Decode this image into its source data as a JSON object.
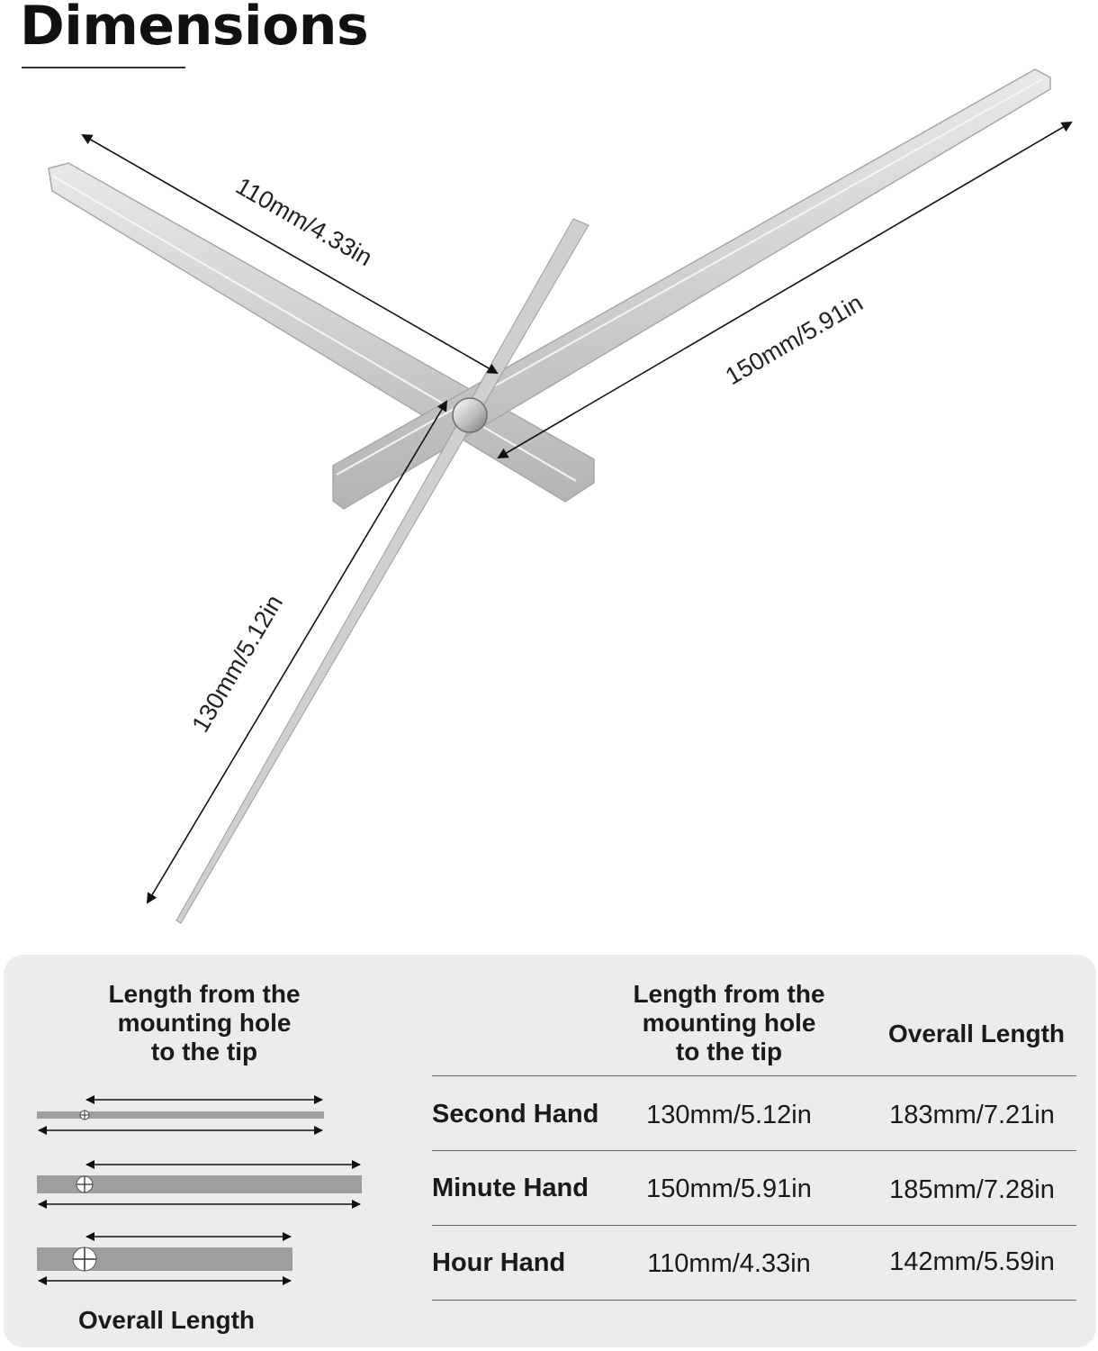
{
  "title": "Dimensions",
  "dimensions": {
    "hour_hand": "110mm/4.33in",
    "minute_hand": "150mm/5.91in",
    "second_hand": "130mm/5.12in"
  },
  "legend": {
    "top_heading": "Length from the\nmounting hole\nto the tip",
    "bottom_label": "Overall Length"
  },
  "table": {
    "headers": {
      "mount": "Length from the\nmounting hole\nto the tip",
      "overall": "Overall Length"
    },
    "rows": [
      {
        "name": "Second Hand",
        "mount": "130mm/5.12in",
        "overall": "183mm/7.21in"
      },
      {
        "name": "Minute Hand",
        "mount": "150mm/5.91in",
        "overall": "185mm/7.28in"
      },
      {
        "name": "Hour Hand",
        "mount": "110mm/4.33in",
        "overall": "142mm/5.59in"
      }
    ]
  },
  "colors": {
    "hand_silver": "#c9c9c9",
    "hand_edge": "#9a9a9a",
    "panel_bg": "#ececec",
    "mini_bar": "#9e9e9e"
  }
}
